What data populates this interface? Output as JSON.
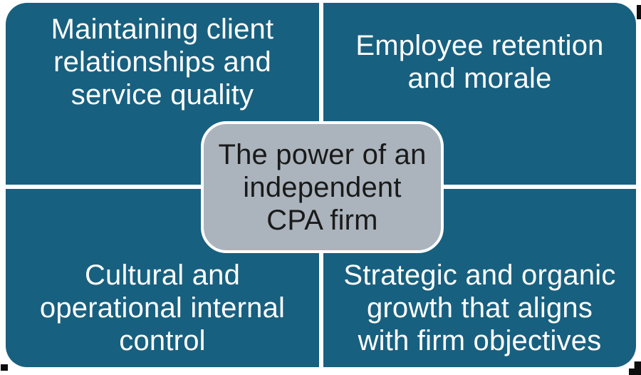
{
  "diagram": {
    "type": "quadrant-diagram",
    "center": {
      "text": "The power of an independent CPA firm",
      "lines": [
        "The power of an",
        "independent",
        "CPA firm"
      ]
    },
    "quadrants": [
      {
        "position": "top-left",
        "text": "Maintaining client relationships and service quality",
        "lines": [
          "Maintaining client",
          "relationships and",
          "service quality"
        ]
      },
      {
        "position": "top-right",
        "text": "Employee retention and morale",
        "lines": [
          "Employee retention",
          "and morale"
        ]
      },
      {
        "position": "bottom-left",
        "text": "Cultural and operational internal control",
        "lines": [
          "Cultural and",
          "operational internal",
          "control"
        ]
      },
      {
        "position": "bottom-right",
        "text": "Strategic and organic growth that aligns with firm objectives",
        "lines": [
          "Strategic and organic",
          "growth that aligns",
          "with firm objectives"
        ]
      }
    ],
    "colors": {
      "quadrant_fill": "#18607F",
      "quadrant_text": "#FFFFFF",
      "center_fill": "#ABB4BD",
      "center_border": "#FFFFFF",
      "center_text": "#1A1A1A",
      "background": "#FFFFFF"
    }
  }
}
